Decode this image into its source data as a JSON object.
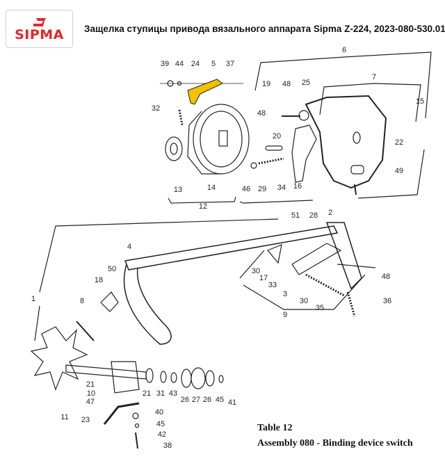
{
  "header": {
    "logo_text": "SIPMA",
    "title": "Защелка ступицы привода вязального аппарата Sipma Z-224, 2023-080-530.01"
  },
  "diagram": {
    "highlight_color": "#f2c200",
    "labels": [
      "39",
      "44",
      "24",
      "5",
      "37",
      "6",
      "7",
      "19",
      "48",
      "25",
      "15",
      "32",
      "48",
      "20",
      "22",
      "49",
      "13",
      "14",
      "46",
      "29",
      "34",
      "16",
      "12",
      "51",
      "28",
      "2",
      "4",
      "50",
      "18",
      "30",
      "17",
      "33",
      "3",
      "48",
      "30",
      "35",
      "36",
      "9",
      "1",
      "8",
      "21",
      "10",
      "47",
      "11",
      "21",
      "31",
      "43",
      "26",
      "27",
      "26",
      "45",
      "41",
      "23",
      "40",
      "45",
      "42",
      "38"
    ]
  },
  "caption": {
    "table": "Table 12",
    "assembly": "Assembly 080 - Binding device switch"
  }
}
